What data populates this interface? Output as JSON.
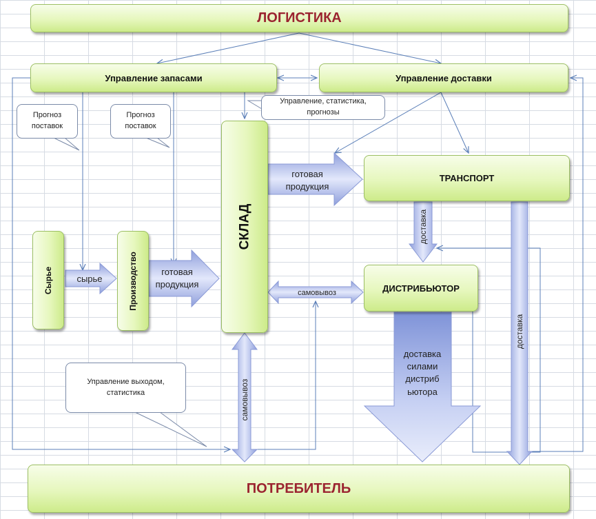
{
  "boxes": {
    "logistics": "ЛОГИСТИКА",
    "inventory": "Управление запасами",
    "delivery": "Управление доставки",
    "warehouse": "СКЛАД",
    "transport": "ТРАНСПОРТ",
    "distributor": "ДИСТРИБЬЮТОР",
    "raw": "Сырье",
    "production": "Производство",
    "consumer": "ПОТРЕБИТЕЛЬ"
  },
  "callouts": {
    "forecast1": [
      "Прогноз",
      "поставок"
    ],
    "forecast2": [
      "Прогноз",
      "поставок"
    ],
    "mgmt_stats": [
      "Управление, статистика,",
      "прогнозы"
    ],
    "output_mgmt": [
      "Управление выходом,",
      "статистика"
    ]
  },
  "arrows": {
    "raw_label": "сырье",
    "product_label_1": [
      "готовая",
      "продукция"
    ],
    "product_label_2": [
      "готовая",
      "продукция"
    ],
    "pickup_horizontal": "самовывоз",
    "pickup_vertical": "самовывоз",
    "delivery_transport": "доставка",
    "delivery_right": "доставка",
    "distributor_delivery": [
      "доставка",
      "силами",
      "дистриб",
      "ьютора"
    ]
  },
  "colors": {
    "title_text": "#9b2430",
    "box_fill": "#e6f7bd",
    "box_border": "#9cbf63",
    "line": "#5b7fb8",
    "block_arrow": "#a9b7e8"
  }
}
